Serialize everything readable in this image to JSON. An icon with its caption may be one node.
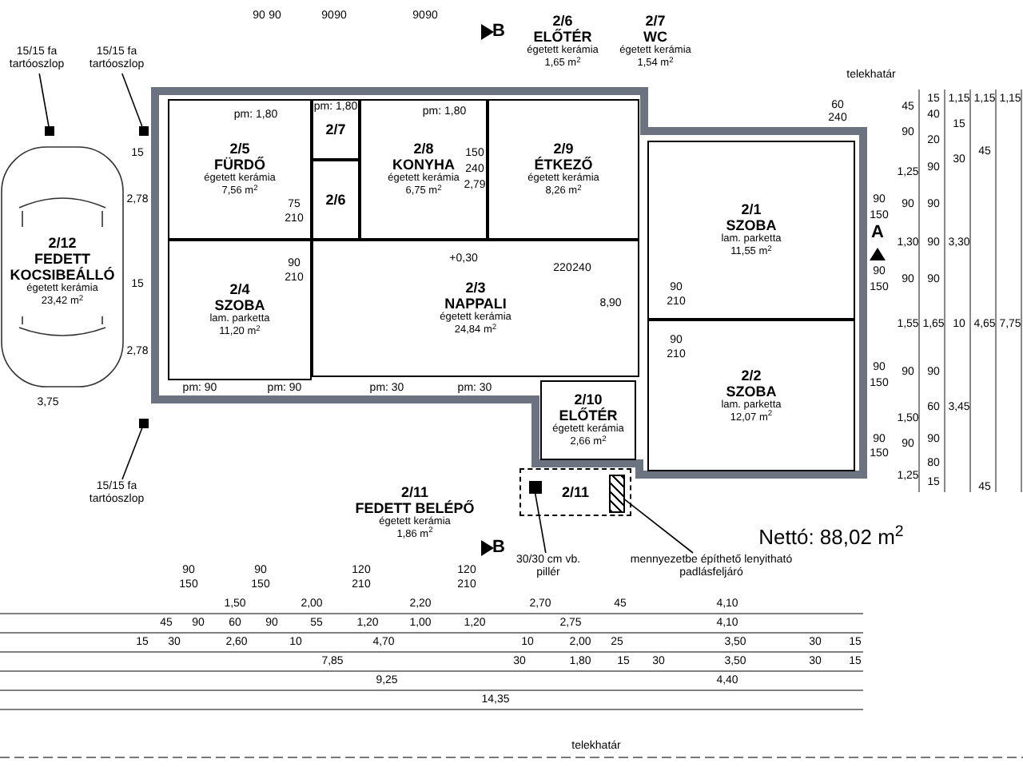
{
  "diagram": {
    "nodes": [
      {
        "text": [
          "2/12",
          "FEDETT KOCSIBEÁLLÓ",
          "égetett kerámia",
          "23,42 m$^{2}$"
        ]
      },
      {
        "text": [
          "2/5",
          "FÜRDŐ",
          "égetett kerámia",
          "7,56 m$^{2}$"
        ]
      },
      {
        "text": [
          "2/7"
        ],
        "beside": [
          "2/7",
          "WC",
          "égetett kerámia",
          "1,54 m$^{2}$"
        ]
      },
      {
        "text": [
          "2/6"
        ],
        "beside": [
          "2/6",
          "ELŐTÉR",
          "égetett kerámia",
          "1,65 m$^{2}$"
        ]
      },
      {
        "text": [
          "2/8",
          "KONYHA",
          "égetett kerámia",
          "6,75 m$^{2}$"
        ]
      },
      {
        "text": [
          "2/9",
          "ÉTKEZŐ",
          "égetett kerámia",
          "8,26 m$^{2}$"
        ]
      },
      {
        "text": [
          "2/4",
          "SZOBA",
          "lam. parketta",
          "11,20 m$^{2}$"
        ]
      },
      {
        "text": [
          "2/3",
          "NAPPALI",
          "égetett kerámia",
          "24,84 m$^{2}$"
        ]
      },
      {
        "text": [
          "2/1",
          "SZOBA",
          "lam. parketta",
          "11,55 m$^{2}$"
        ]
      },
      {
        "text": [
          "2/2",
          "SZOBA",
          "lam. parketta",
          "12,07 m$^{2}$"
        ]
      },
      {
        "text": [
          "2/10",
          "ELŐTÉR",
          "égetett kerámia",
          "2,66 m$^{2}$"
        ]
      },
      {
        "text": [
          "2/11"
        ]
      },
      {
        "text": [
          "2/11",
          "FEDETT BELÉPŐ",
          "égetett kerámia",
          "1,86 m$^{2}$"
        ]
      },
      {
        "text": [
          "15/15 fa tartóoszlop"
        ]
      },
      {
        "text": [
          "15/15 fa tartóoszlop"
        ]
      },
      {
        "text": [
          "15/15 fa tartóoszlop"
        ]
      },
      {
        "text": [],
        "shape": "box"
      },
      {
        "text": [],
        "shape": "box"
      },
      {
        "text": [],
        "shape": "box"
      },
      {
        "text": [
          "30/30 cm vb. pillér"
        ]
      },
      {
        "text": [],
        "shape": "box",
        "in": 11
      },
      {
        "text": [
          "mennyezetbe építhető lenyitható padlásfeljáró"
        ]
      },
      {
        "text": [],
        "shape": "box",
        "in": 11
      }
    ],
    "edges": [
      {
        "from": 13,
        "to": 16,
        "arrow": "none"
      },
      {
        "from": 14,
        "to": 17,
        "arrow": "none"
      },
      {
        "from": 15,
        "to": 18,
        "arrow": "none"
      },
      {
        "from": 19,
        "to": 20,
        "arrow": "none"
      },
      {
        "from": 21,
        "to": 22,
        "arrow": "none"
      }
    ],
    "labels": [
      "90",
      "90",
      "90",
      "90",
      "90",
      "90",
      "B",
      "pm: 1,80",
      "pm: 1,80",
      "pm: 1,80",
      "150",
      "240",
      "2,79",
      "75",
      "210",
      "+0,30",
      "90",
      "210",
      "220",
      "240",
      "8,90",
      "90",
      "210",
      "90",
      "210",
      "A",
      "pm: 90",
      "pm: 90",
      "pm: 30",
      "pm: 30",
      "telekhatár",
      "60",
      "240",
      "90",
      "150",
      "90",
      "150",
      "90",
      "150",
      "90",
      "150",
      "45",
      "90",
      "1,25",
      "90",
      "1,30",
      "90",
      "1,55",
      "90",
      "1,50",
      "90",
      "1,25",
      "15",
      "40",
      "20",
      "90",
      "90",
      "90",
      "90",
      "1,65",
      "90",
      "60",
      "90",
      "80",
      "15",
      "1,15",
      "15",
      "30",
      "3,30",
      "10",
      "3,45",
      "1,15",
      "45",
      "4,65",
      "45",
      "1,15",
      "7,75",
      "90",
      "150",
      "90",
      "150",
      "120",
      "210",
      "120",
      "210",
      "1,50",
      "2,00",
      "2,20",
      "2,70",
      "45",
      "4,10",
      "45",
      "90",
      "60",
      "90",
      "55",
      "1,20",
      "1,00",
      "1,20",
      "2,75",
      "4,10",
      "15",
      "30",
      "2,60",
      "10",
      "4,70",
      "10",
      "2,00",
      "25",
      "3,50",
      "30",
      "15",
      "7,85",
      "30",
      "1,80",
      "15",
      "30",
      "3,50",
      "30",
      "15",
      "9,25",
      "4,40",
      "14,35",
      "3,75",
      "15",
      "2,78",
      "15",
      "2,78",
      "telekhatár",
      "B",
      "Nettó: 88,02 m$^{2}$"
    ]
  }
}
